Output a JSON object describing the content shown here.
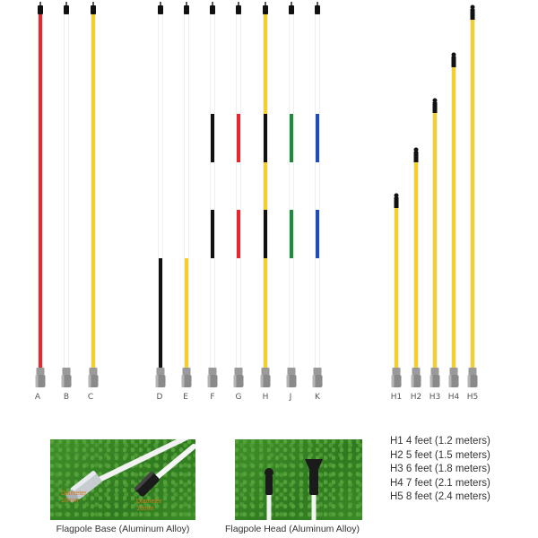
{
  "colors": {
    "red": "#e8262d",
    "white": "#ffffff",
    "yellow": "#f5d02a",
    "black": "#111111",
    "green": "#1e8a3c",
    "blue": "#1f4db3",
    "base": "#8a8a8a",
    "grass": "#3e8a2a",
    "label": "#555555"
  },
  "poles": [
    {
      "id": "A",
      "label": "A"
    },
    {
      "id": "B",
      "label": "B"
    },
    {
      "id": "C",
      "label": "C"
    },
    {
      "id": "D",
      "label": "D"
    },
    {
      "id": "E",
      "label": "E"
    },
    {
      "id": "F",
      "label": "F"
    },
    {
      "id": "G",
      "label": "G"
    },
    {
      "id": "H",
      "label": "H"
    },
    {
      "id": "J",
      "label": "J"
    },
    {
      "id": "K",
      "label": "K"
    },
    {
      "id": "H1",
      "label": "H1"
    },
    {
      "id": "H2",
      "label": "H2"
    },
    {
      "id": "H3",
      "label": "H3"
    },
    {
      "id": "H4",
      "label": "H4"
    },
    {
      "id": "H5",
      "label": "H5"
    }
  ],
  "sizes": [
    "H1 4 feet (1.2 meters)",
    "H2 5 feet (1.5 meters)",
    "H3 6 feet (1.8 meters)",
    "H4 7 feet (2.1 meters)",
    "H5 8 feet (2.4 meters)"
  ],
  "photos": {
    "base_caption": "Flagpole Base (Aluminum Alloy)",
    "head_caption": "Flagpole Head (Aluminum Alloy)",
    "base_tag_left": "Diameter 10mm",
    "base_tag_right": "Diameter 10mm"
  }
}
